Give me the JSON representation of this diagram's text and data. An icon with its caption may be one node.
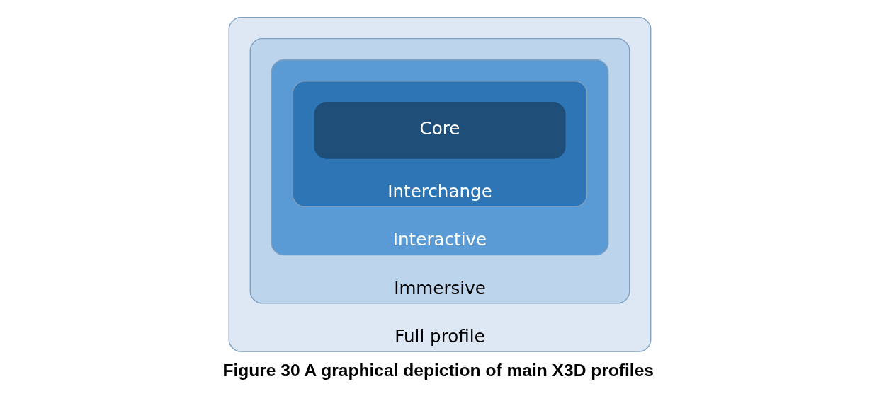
{
  "diagram": {
    "caption": "Figure 30 A graphical depiction of main X3D profiles",
    "nodes": [
      {
        "text": [
          "Full profile"
        ]
      },
      {
        "text": [
          "Immersive"
        ],
        "in": 0
      },
      {
        "text": [
          "Interactive"
        ],
        "in": 1
      },
      {
        "text": [
          "Interchange"
        ],
        "in": 2
      },
      {
        "text": [
          "Core"
        ],
        "in": 3
      }
    ],
    "edges": []
  }
}
